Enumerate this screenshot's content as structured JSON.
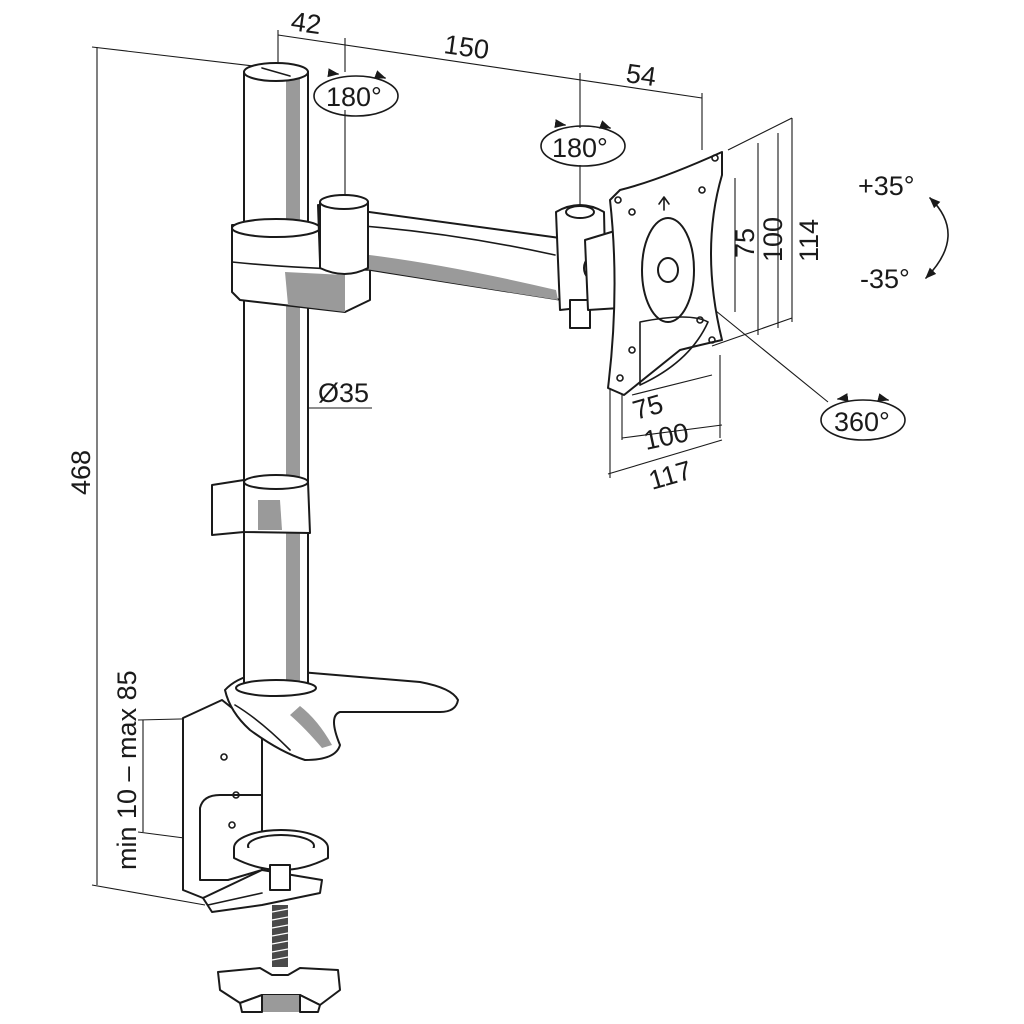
{
  "dimensions": {
    "pole_offset": "42",
    "arm_length": "150",
    "head_offset": "54",
    "total_height": "468",
    "pole_diameter": "Ø35",
    "clamp_range": "min 10 – max 85",
    "vesa_vertical_small": "75",
    "vesa_vertical_large": "100",
    "plate_height": "114",
    "vesa_horizontal_small": "75",
    "vesa_horizontal_large": "100",
    "plate_width": "117"
  },
  "rotations": {
    "arm_swivel": "180°",
    "head_swivel": "180°",
    "screen_rotation": "360°",
    "tilt_up": "+35°",
    "tilt_down": "-35°"
  },
  "colors": {
    "line": "#1a1a1a",
    "shade": "#9a9a9a",
    "background": "#ffffff"
  }
}
